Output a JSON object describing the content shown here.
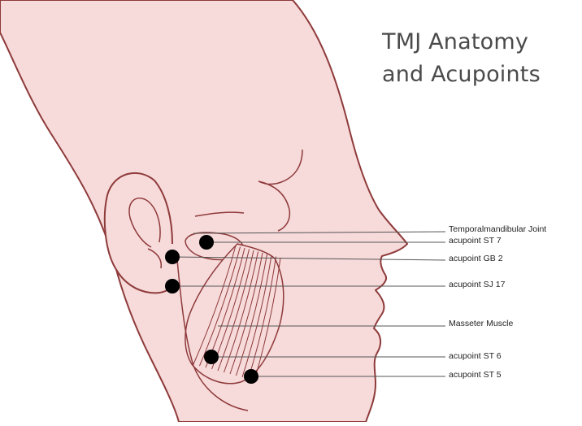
{
  "title": {
    "line1": "TMJ Anatomy",
    "line2": "and Acupoints"
  },
  "labels": [
    "Temporalmandibular Joint",
    "acupoint ST 7",
    "acupoint GB 2",
    "acupoint SJ 17",
    "Masseter Muscle",
    "acupoint ST 6",
    "acupoint ST 5"
  ],
  "colors": {
    "skin": "#f7dada",
    "outline": "#8e3a3a",
    "point": "#000000",
    "text": "#4a4a4a",
    "leader_line": "#555555"
  }
}
